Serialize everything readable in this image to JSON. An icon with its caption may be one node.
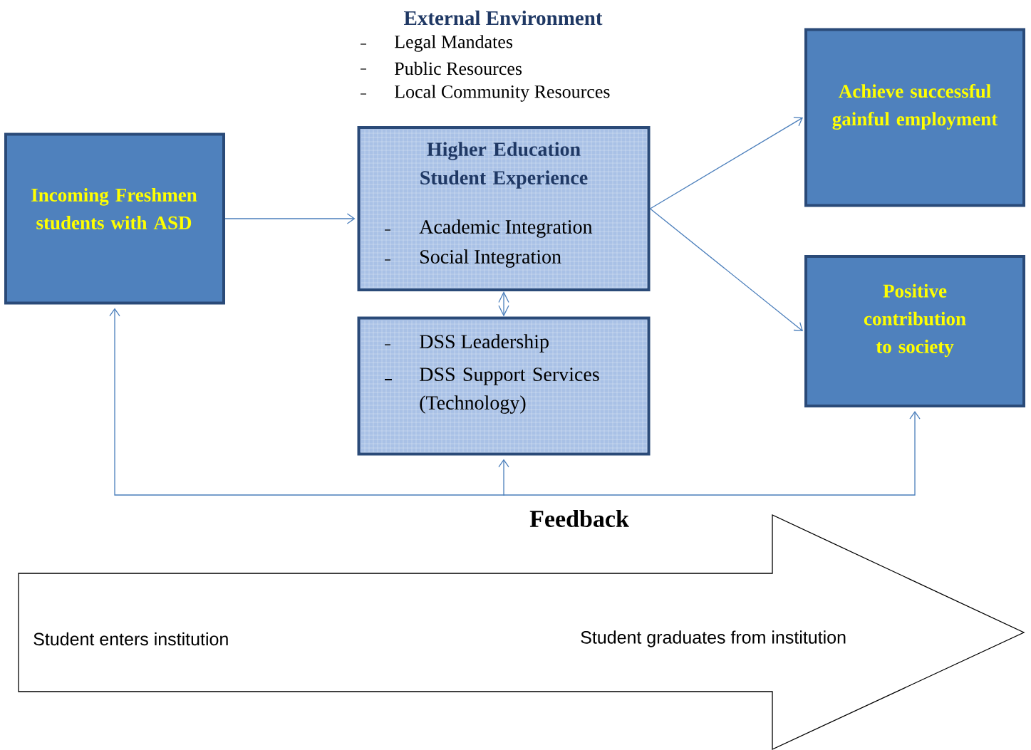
{
  "diagram": {
    "nodes": [
      {
        "text": [
          "Incoming Freshmen students with ASD"
        ]
      },
      {
        "text": [
          "Higher Education Student Experience",
          "Academic Integration",
          "Social Integration"
        ]
      },
      {
        "text": [
          "DSS Leadership",
          "DSS Support Services (Technology)"
        ]
      },
      {
        "text": [
          "Achieve successful gainful employment"
        ]
      },
      {
        "text": [
          "Positive contribution to society"
        ]
      },
      {
        "text": [
          "Student enters institution",
          "Student graduates from institution"
        ]
      }
    ],
    "edges": [
      {
        "from": 0,
        "to": 1,
        "arrow": "to"
      },
      {
        "from": 1,
        "to": 3,
        "arrow": "to"
      },
      {
        "from": 1,
        "to": 4,
        "arrow": "to"
      },
      {
        "from": 1,
        "to": 2,
        "arrow": "both"
      },
      {
        "from": null,
        "to": 0,
        "arrow": "to"
      },
      {
        "from": null,
        "to": 2,
        "arrow": "to"
      },
      {
        "from": null,
        "to": 4,
        "arrow": "to"
      }
    ],
    "labels": [
      "External Environment",
      "Legal Mandates",
      "Public Resources",
      "Local Community Resources",
      "Feedback"
    ]
  }
}
